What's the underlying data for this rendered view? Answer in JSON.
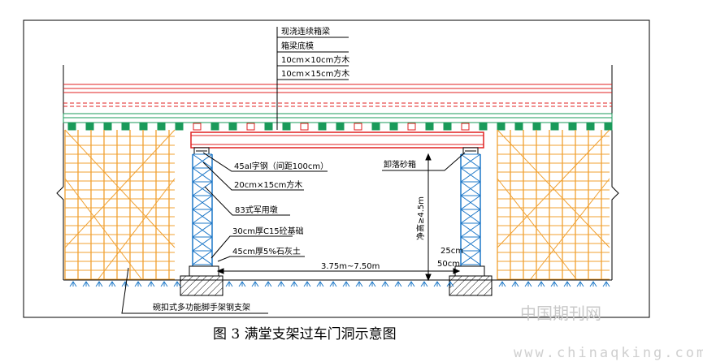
{
  "figure": {
    "caption": "图 3 满堂支架过车门洞示意图",
    "labels": {
      "beam_title": "现浇连续箱梁",
      "beam_bottom_form": "箱梁底模",
      "timber_10x10": "10cm×10cm方木",
      "timber_10x15": "10cm×15cm方木",
      "i_beam": "45aI字钢（间距100cm）",
      "timber_20x15": "20cm×15cm方木",
      "pier_83": "83式军用墩",
      "c15_foundation": "30cm厚C15砼基础",
      "lime_soil": "45cm厚5%石灰土",
      "sand_box": "卸落砂箱",
      "clearance": "净高≥4.5m",
      "dim_25": "25cm",
      "dim_50": "50cm",
      "span": "3.75m~7.50m",
      "scaffold": "碗扣式多功能脚手架钢支架"
    }
  },
  "watermark": {
    "cn": "中国期刊网",
    "url": "www.chinaqking.com"
  },
  "colors": {
    "scaffold": "#f0a030",
    "pier": "#1e78c8",
    "beam_red": "#e02020",
    "deck_green": "#1a9a5a",
    "ground_hatch": "#1e78c8",
    "line": "#000000"
  }
}
